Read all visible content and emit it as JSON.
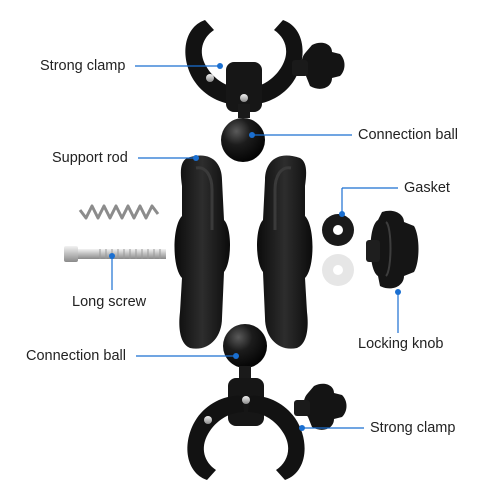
{
  "labels": {
    "strong_clamp_top": "Strong clamp",
    "connection_ball_top": "Connection ball",
    "support_rod": "Support rod",
    "gasket": "Gasket",
    "long_screw": "Long screw",
    "connection_ball_bottom": "Connection ball",
    "locking_knob": "Locking knob",
    "strong_clamp_bottom": "Strong clamp"
  },
  "colors": {
    "leader": "#1a6fd1",
    "marker": "#1a6fd1",
    "part": "#111111",
    "part_highlight": "#3a3a3a",
    "metal": "#c8c8c8",
    "text": "#222222"
  }
}
